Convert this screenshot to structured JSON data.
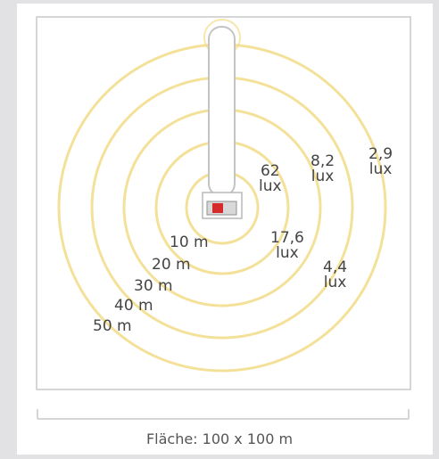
{
  "colors": {
    "ring": "#f1d777",
    "frame": "#c9c9c9",
    "lamp": "#d62b2b"
  },
  "illuminance": [
    {
      "value": "62",
      "unit": "lux"
    },
    {
      "value": "8,2",
      "unit": "lux"
    },
    {
      "value": "2,9",
      "unit": "lux"
    },
    {
      "value": "17,6",
      "unit": "lux"
    },
    {
      "value": "4,4",
      "unit": "lux"
    }
  ],
  "distances": [
    "10 m",
    "20 m",
    "30 m",
    "40 m",
    "50 m"
  ],
  "area_label": "Fläche: 100 x 100 m"
}
